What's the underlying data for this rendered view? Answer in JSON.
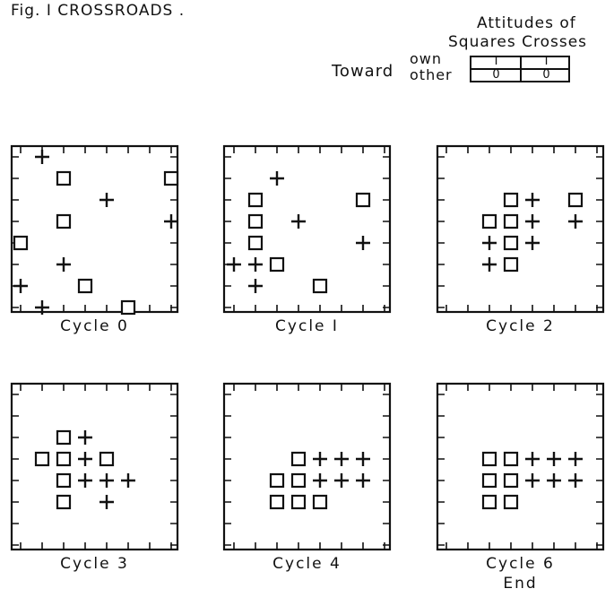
{
  "figure": {
    "title": "Fig. I CROSSROADS .",
    "legend": {
      "header_line1": "Attitudes of",
      "header_line2": "Squares Crosses",
      "row_group_label": "Toward",
      "row_own": "own",
      "row_other": "other",
      "values": [
        [
          "I",
          "I"
        ],
        [
          "0",
          "0"
        ]
      ]
    }
  },
  "panels": [
    {
      "caption": "Cycle 0",
      "squares": [
        [
          2,
          1
        ],
        [
          7,
          1
        ],
        [
          2,
          3
        ],
        [
          0,
          4
        ],
        [
          3,
          6
        ],
        [
          5,
          7
        ]
      ],
      "crosses": [
        [
          1,
          0
        ],
        [
          4,
          2
        ],
        [
          7,
          3
        ],
        [
          2,
          5
        ],
        [
          0,
          6
        ],
        [
          1,
          7
        ]
      ]
    },
    {
      "caption": "Cycle I",
      "squares": [
        [
          1,
          2
        ],
        [
          6,
          2
        ],
        [
          1,
          3
        ],
        [
          1,
          4
        ],
        [
          2,
          5
        ],
        [
          4,
          6
        ]
      ],
      "crosses": [
        [
          2,
          1
        ],
        [
          3,
          3
        ],
        [
          6,
          4
        ],
        [
          0,
          5
        ],
        [
          1,
          5
        ],
        [
          1,
          6
        ]
      ]
    },
    {
      "caption": "Cycle 2",
      "squares": [
        [
          3,
          2
        ],
        [
          6,
          2
        ],
        [
          2,
          3
        ],
        [
          3,
          3
        ],
        [
          3,
          4
        ],
        [
          3,
          5
        ]
      ],
      "crosses": [
        [
          4,
          2
        ],
        [
          4,
          3
        ],
        [
          6,
          3
        ],
        [
          2,
          4
        ],
        [
          4,
          4
        ],
        [
          2,
          5
        ]
      ]
    },
    {
      "caption": "Cycle 3",
      "squares": [
        [
          2,
          2
        ],
        [
          1,
          3
        ],
        [
          2,
          3
        ],
        [
          4,
          3
        ],
        [
          2,
          4
        ],
        [
          2,
          5
        ]
      ],
      "crosses": [
        [
          3,
          2
        ],
        [
          3,
          3
        ],
        [
          3,
          4
        ],
        [
          4,
          4
        ],
        [
          5,
          4
        ],
        [
          4,
          5
        ]
      ]
    },
    {
      "caption": "Cycle 4",
      "squares": [
        [
          3,
          3
        ],
        [
          2,
          4
        ],
        [
          3,
          4
        ],
        [
          2,
          5
        ],
        [
          3,
          5
        ],
        [
          4,
          5
        ]
      ],
      "crosses": [
        [
          4,
          3
        ],
        [
          5,
          3
        ],
        [
          6,
          3
        ],
        [
          4,
          4
        ],
        [
          5,
          4
        ],
        [
          6,
          4
        ]
      ]
    },
    {
      "caption": "Cycle 6",
      "caption_line2": "End",
      "squares": [
        [
          2,
          3
        ],
        [
          3,
          3
        ],
        [
          2,
          4
        ],
        [
          3,
          4
        ],
        [
          2,
          5
        ],
        [
          3,
          5
        ]
      ],
      "crosses": [
        [
          4,
          3
        ],
        [
          5,
          3
        ],
        [
          6,
          3
        ],
        [
          4,
          4
        ],
        [
          5,
          4
        ],
        [
          6,
          4
        ]
      ]
    }
  ]
}
